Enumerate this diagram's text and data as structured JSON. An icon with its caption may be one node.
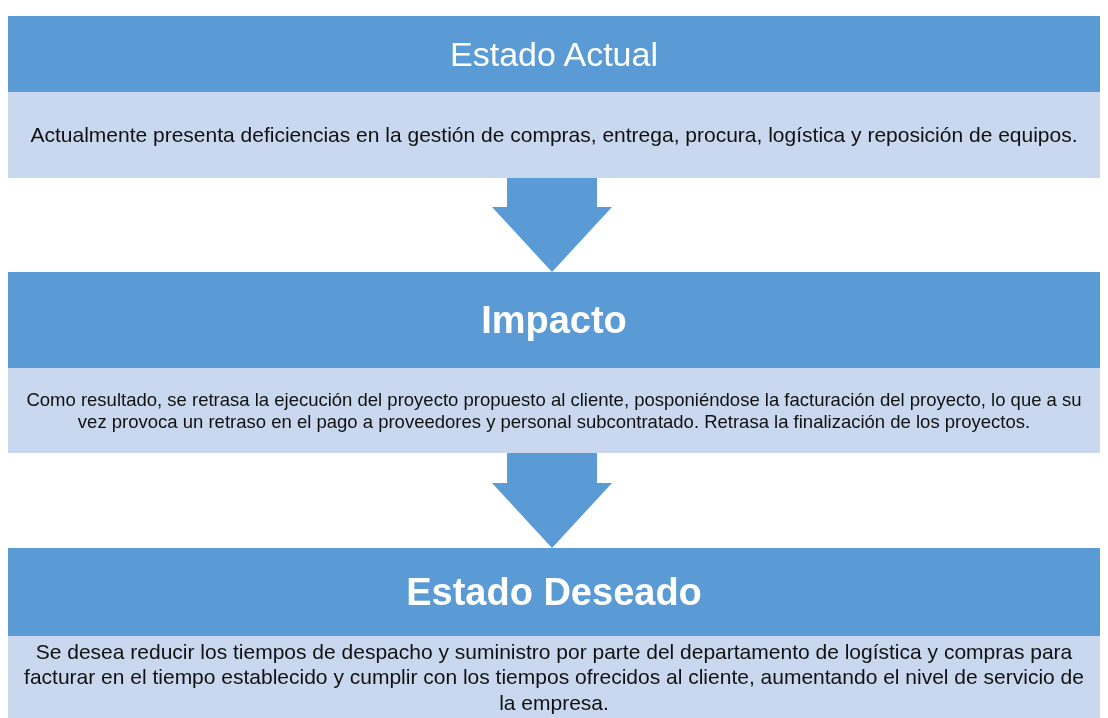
{
  "diagram": {
    "nodes": [
      {
        "text": [
          "Estado Actual",
          "Actualmente presenta deficiencias en la gestión de compras, entrega, procura, logística y reposición de equipos."
        ]
      },
      {
        "text": [
          "Impacto",
          "Como resultado, se retrasa la ejecución del proyecto propuesto al cliente, posponiéndose la facturación del proyecto, lo que a su vez provoca un retraso en el pago a proveedores y personal subcontratado. Retrasa la finalización de los proyectos."
        ]
      },
      {
        "text": [
          "Estado Deseado",
          "Se desea reducir los tiempos de despacho y suministro por parte del departamento de logística y compras para facturar en el tiempo establecido y cumplir con los tiempos ofrecidos al cliente, aumentando el nivel de servicio de la empresa."
        ]
      }
    ],
    "edges": [
      {
        "from": 0,
        "to": 1,
        "arrow": "to"
      },
      {
        "from": 1,
        "to": 2,
        "arrow": "to"
      }
    ]
  }
}
